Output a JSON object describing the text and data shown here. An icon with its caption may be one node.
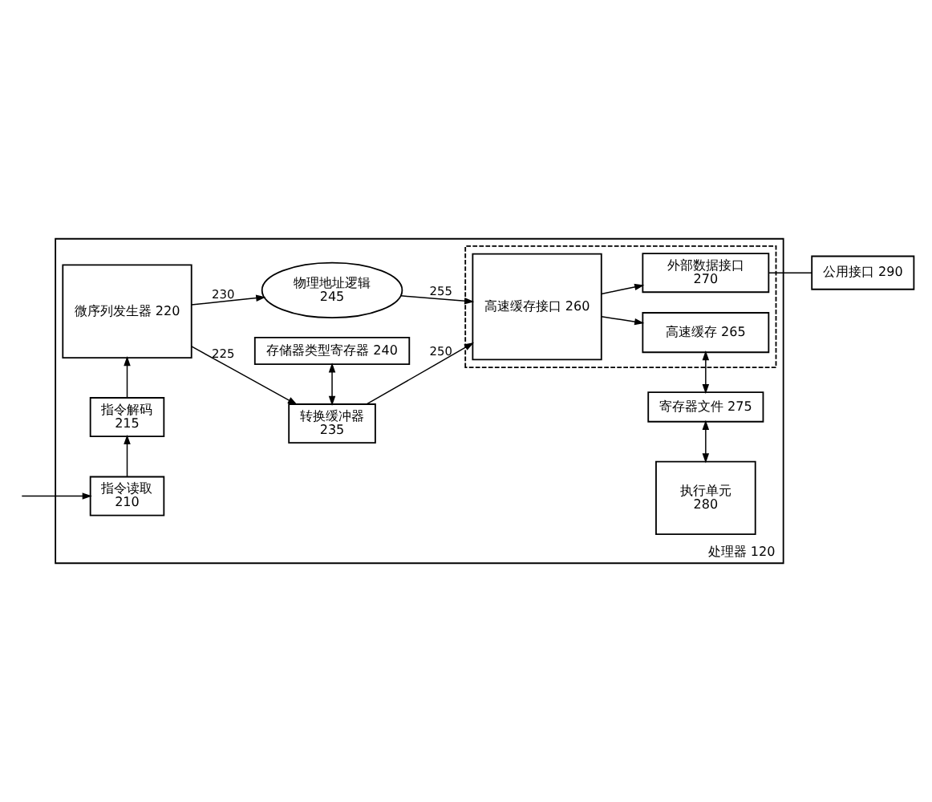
{
  "diagram": {
    "nodes": [
      {
        "text": [
          "处理器 120"
        ]
      },
      {
        "text": [
          "存储器类型寄存器 240"
        ],
        "in": 0
      },
      {
        "text": [
          "微序列发生器 220"
        ],
        "in": 0
      },
      {
        "text": [
          "转换缓冲器",
          "235"
        ],
        "in": 0
      },
      {
        "text": [],
        "shape": "box",
        "in": 0
      },
      {
        "text": [
          "高速缓存接口 260"
        ],
        "in": 4
      },
      {
        "text": [
          "执行单元",
          "280"
        ],
        "in": 0
      },
      {
        "text": [
          "物理地址逻辑",
          "245"
        ],
        "in": 0
      },
      {
        "text": [
          "寄存器文件 275"
        ],
        "in": 0
      },
      {
        "text": [
          "指令解码",
          "215"
        ],
        "in": 0
      },
      {
        "text": [
          "高速缓存 265"
        ],
        "in": 4
      },
      {
        "text": [
          "指令读取",
          "210"
        ],
        "in": 0
      },
      {
        "text": [
          "外部数据接口",
          "270"
        ],
        "in": 4
      },
      {
        "text": [
          "公用接口 290"
        ]
      }
    ],
    "edges": [
      {
        "from": null,
        "to": 11,
        "arrow": "to"
      },
      {
        "from": 11,
        "to": 9,
        "arrow": "to"
      },
      {
        "from": 9,
        "to": 2,
        "arrow": "to"
      },
      {
        "from": 2,
        "to": 3,
        "arrow": "to",
        "label": "225"
      },
      {
        "from": 2,
        "to": 7,
        "arrow": "to",
        "label": "230"
      },
      {
        "from": 1,
        "to": 3,
        "arrow": "both"
      },
      {
        "from": 3,
        "to": 5,
        "arrow": "to",
        "label": "250"
      },
      {
        "from": 7,
        "to": 5,
        "arrow": "to",
        "label": "255"
      },
      {
        "from": 5,
        "to": 10,
        "arrow": "to"
      },
      {
        "from": 5,
        "to": 12,
        "arrow": "to"
      },
      {
        "from": 6,
        "to": 8,
        "arrow": "both"
      },
      {
        "from": 8,
        "to": 10,
        "arrow": "both"
      },
      {
        "from": 12,
        "to": 13,
        "arrow": "none"
      }
    ]
  }
}
